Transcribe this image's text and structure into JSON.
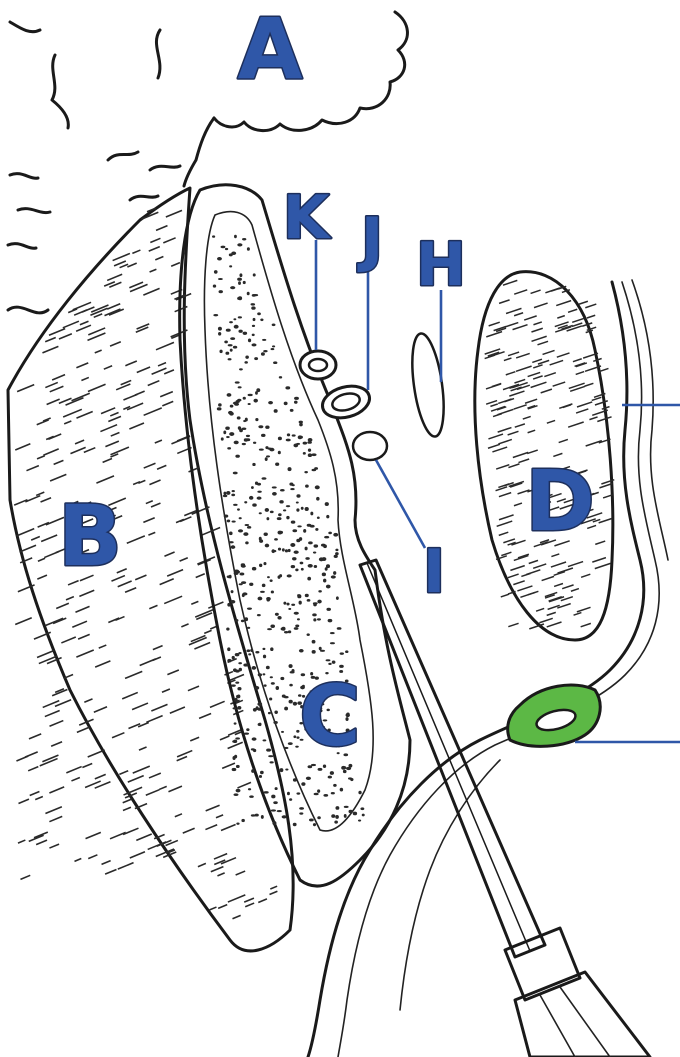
{
  "labels": {
    "A": "A",
    "B": "B",
    "C": "C",
    "D": "D",
    "H": "H",
    "I": "I",
    "J": "J",
    "K": "K"
  },
  "colors": {
    "label_fill": "#2f57a8",
    "label_outline": "#1d2f5c",
    "leader_line": "#2f57a8",
    "highlight_vessel": "#5cb845",
    "ink": "#1a1a1a"
  },
  "icons": {
    "needle": "needle-icon"
  }
}
